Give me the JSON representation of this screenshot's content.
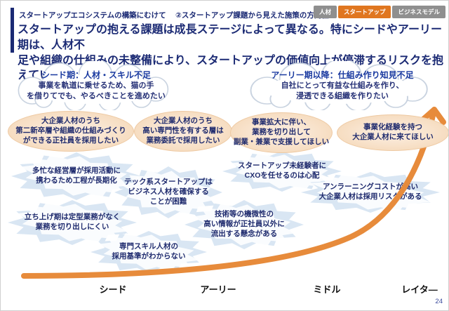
{
  "header": {
    "kicker": "スタートアップエコシステムの構築にむけて",
    "section": "②スタートアップ課題から見えた施策の方向性",
    "tags": [
      {
        "label": "人材",
        "color": "#8f8f8f"
      },
      {
        "label": "スタートアップ",
        "color": "#e0761f"
      },
      {
        "label": "ビジネスモデル",
        "color": "#8f8f8f"
      }
    ],
    "headline": "スタートアップの抱える課題は成長ステージによって異なる。特にシードやアーリー期は、人材不\n足や組織の仕組みの未整備により、スタートアップの価値向上が停滞するリスクを抱えている。"
  },
  "clouds": [
    {
      "title": "シード期：人材・スキル不足",
      "body": "事業を軌道に乗せるため、猫の手\nを借りてでも、やるべきことを進めたい"
    },
    {
      "title": "アーリー期以降：仕組み作り知見不足",
      "body": "自社にとって有益な仕組みを作り、\n浸透できる組織を作りたい"
    }
  ],
  "needs": [
    {
      "text": "大企業人材のうち\n第二新卒層や組織の仕組みづくり\nができる正社員を採用したい"
    },
    {
      "text": "大企業人材のうち\n高い専門性を有する層は\n業務委託で採用したい"
    },
    {
      "text": "事業拡大に伴い、\n業務を切り出して\n副業・兼業で支援してほしい"
    },
    {
      "text": "事業化経験を持つ\n大企業人材に来てほしい"
    }
  ],
  "pains": [
    {
      "text": "多忙な経営層が採用活動に\n携わるため工程が長期化"
    },
    {
      "text": "テック系スタートアップは\nビジネス人材を確保する\nことが困難"
    },
    {
      "text": "スタートアップ未経験者に\nCXOを任せるのは心配"
    },
    {
      "text": "アンラーニングコストが高い\n大企業人材は採用リスクがある"
    },
    {
      "text": "立ち上げ期は定型業務がなく\n業務を切り出しにくい"
    },
    {
      "text": "技術等の機微性の\n高い情報が正社員以外に\n流出する懸念がある"
    },
    {
      "text": "専門スキル人材の\n採用基準がわからない"
    }
  ],
  "stages": [
    "シード",
    "アーリー",
    "ミドル",
    "レイタ―"
  ],
  "page_number": "24",
  "colors": {
    "navy_text": "#1b2a74",
    "cloud_title_blue": "#1a3aa0",
    "tag_gray": "#8f8f8f",
    "tag_orange": "#e0761f",
    "need_bubble_fill": "#f6dcc0",
    "burst_blue": "#d9e6f3",
    "arrow_orange": "#e78b3b"
  }
}
